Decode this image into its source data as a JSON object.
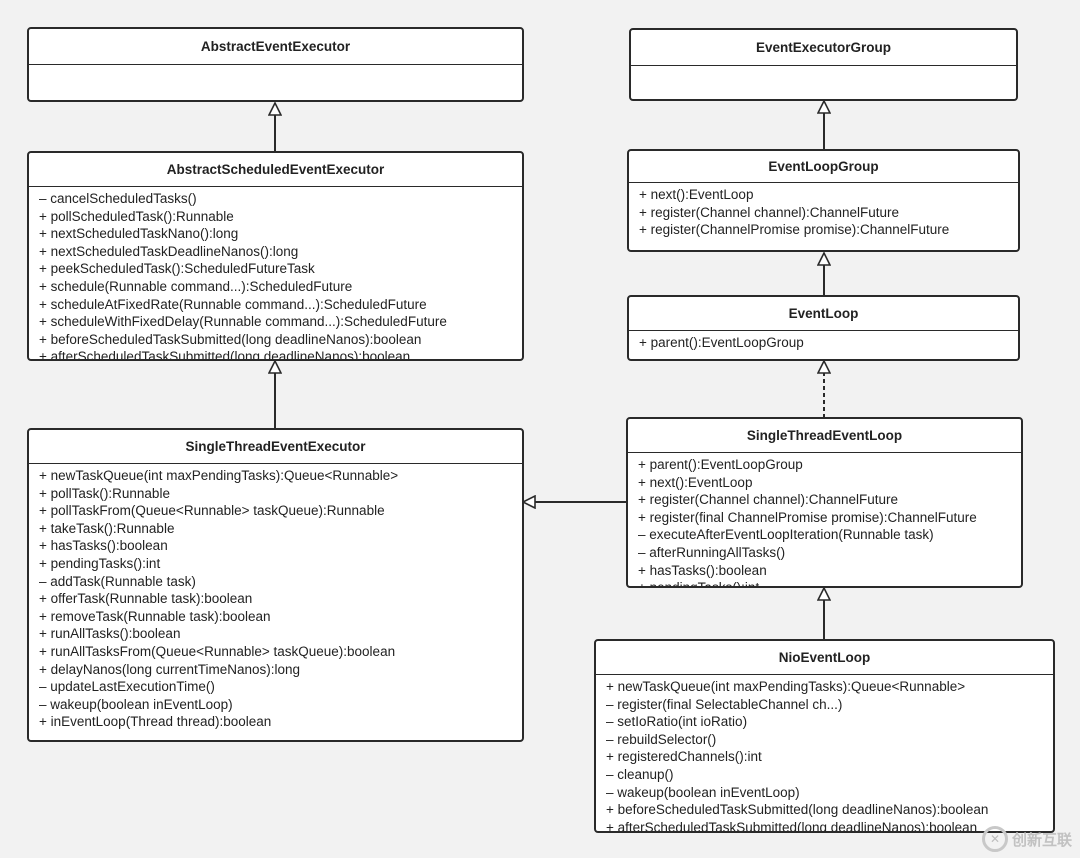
{
  "classes": {
    "abstract_event_executor": {
      "name": "AbstractEventExecutor",
      "members": []
    },
    "event_executor_group": {
      "name": "EventExecutorGroup",
      "members": []
    },
    "abstract_scheduled_event_executor": {
      "name": "AbstractScheduledEventExecutor",
      "members": [
        "– cancelScheduledTasks()",
        "+ pollScheduledTask():Runnable",
        "+ nextScheduledTaskNano():long",
        "+ nextScheduledTaskDeadlineNanos():long",
        "+ peekScheduledTask():ScheduledFutureTask",
        "+ schedule(Runnable command...):ScheduledFuture",
        "+ scheduleAtFixedRate(Runnable command...):ScheduledFuture",
        "+ scheduleWithFixedDelay(Runnable command...):ScheduledFuture",
        "+ beforeScheduledTaskSubmitted(long deadlineNanos):boolean",
        "+ afterScheduledTaskSubmitted(long deadlineNanos):boolean"
      ]
    },
    "event_loop_group": {
      "name": "EventLoopGroup",
      "members": [
        "+ next():EventLoop",
        "+ register(Channel channel):ChannelFuture",
        "+ register(ChannelPromise promise):ChannelFuture"
      ]
    },
    "event_loop": {
      "name": "EventLoop",
      "members": [
        "+ parent():EventLoopGroup"
      ]
    },
    "single_thread_event_executor": {
      "name": "SingleThreadEventExecutor",
      "members": [
        "+ newTaskQueue(int maxPendingTasks):Queue<Runnable>",
        "+ pollTask():Runnable",
        "+ pollTaskFrom(Queue<Runnable> taskQueue):Runnable",
        "+ takeTask():Runnable",
        "+ hasTasks():boolean",
        "+ pendingTasks():int",
        "– addTask(Runnable task)",
        "+ offerTask(Runnable task):boolean",
        "+ removeTask(Runnable task):boolean",
        "+ runAllTasks():boolean",
        "+ runAllTasksFrom(Queue<Runnable> taskQueue):boolean",
        "+ delayNanos(long currentTimeNanos):long",
        "– updateLastExecutionTime()",
        "– wakeup(boolean inEventLoop)",
        "+ inEventLoop(Thread thread):boolean",
        "..."
      ]
    },
    "single_thread_event_loop": {
      "name": "SingleThreadEventLoop",
      "members": [
        "+ parent():EventLoopGroup",
        "+ next():EventLoop",
        "+ register(Channel channel):ChannelFuture",
        "+ register(final ChannelPromise promise):ChannelFuture",
        "– executeAfterEventLoopIteration(Runnable task)",
        "– afterRunningAllTasks()",
        "+ hasTasks():boolean",
        "+ pendingTasks():int"
      ]
    },
    "nio_event_loop": {
      "name": "NioEventLoop",
      "members": [
        "+ newTaskQueue(int maxPendingTasks):Queue<Runnable>",
        "– register(final SelectableChannel ch...)",
        "– setIoRatio(int ioRatio)",
        "– rebuildSelector()",
        "+ registeredChannels():int",
        "– cleanup()",
        "– wakeup(boolean inEventLoop)",
        "+ beforeScheduledTaskSubmitted(long deadlineNanos):boolean",
        "+ afterScheduledTaskSubmitted(long deadlineNanos):boolean"
      ]
    }
  },
  "watermark": {
    "text": "创新互联"
  },
  "colors": {
    "border": "#2a2a2a",
    "background": "#f2f2f2",
    "box": "#ffffff"
  }
}
